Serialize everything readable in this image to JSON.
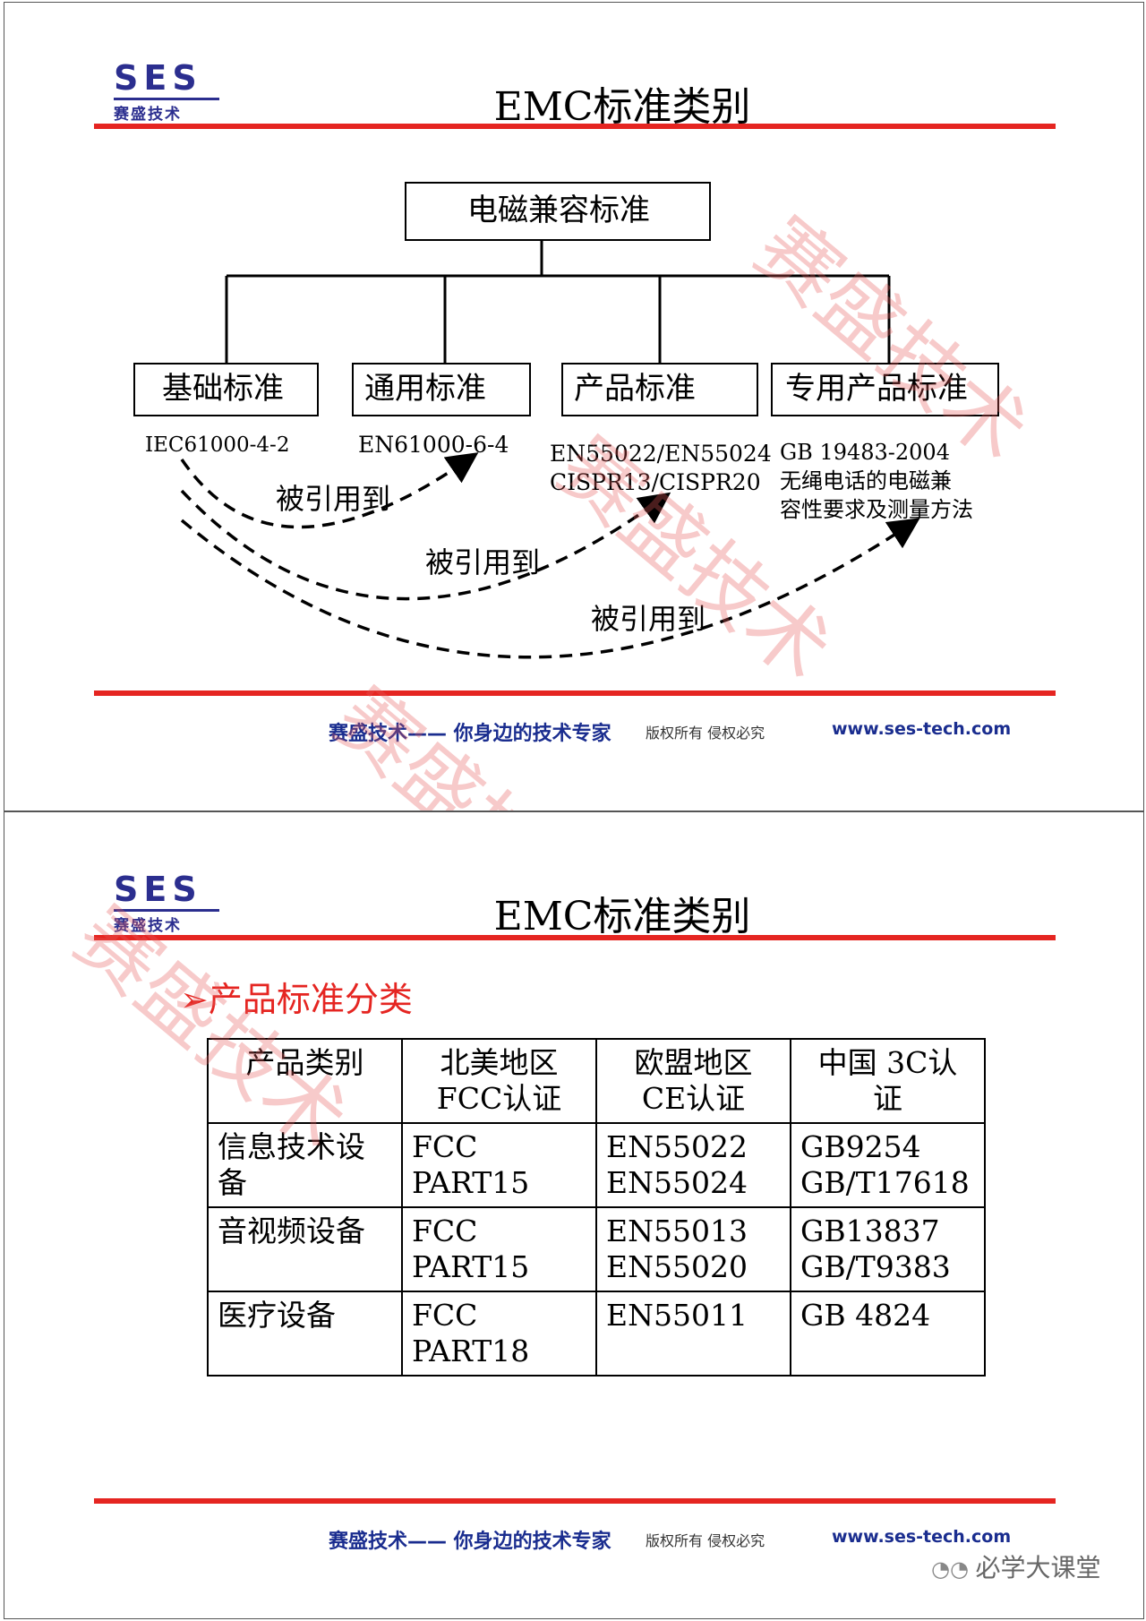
{
  "slides": [
    {
      "logo": {
        "ses": "SES",
        "cn": "赛盛技术"
      },
      "title": "EMC标准类别",
      "diagram": {
        "root": "电磁兼容标准",
        "categories": [
          {
            "label": "基础标准",
            "standard": "IEC61000-4-2"
          },
          {
            "label": "通用标准",
            "standard": "EN61000-6-4"
          },
          {
            "label": "产品标准",
            "standard": "EN55022/EN55024\nCISPR13/CISPR20"
          },
          {
            "label": "专用产品标准",
            "standard": "GB 19483-2004\n无绳电话的电磁兼\n容性要求及测量方法"
          }
        ],
        "reference_label": "被引用到"
      },
      "footer": {
        "brand": "赛盛技术—— 你身边的技术专家",
        "copyright": "版权所有 侵权必究",
        "url": "www.ses-tech.com"
      }
    },
    {
      "logo": {
        "ses": "SES",
        "cn": "赛盛技术"
      },
      "title": "EMC标准类别",
      "subheading": "➢产品标准分类",
      "table": {
        "headers": [
          "产品类别",
          "北美地区\nFCC认证",
          "欧盟地区\nCE认证",
          "中国 3C认\n证"
        ],
        "rows": [
          [
            "信息技术设\n备",
            "FCC PART15",
            "EN55022\nEN55024",
            "GB9254\nGB/T17618"
          ],
          [
            "音视频设备",
            "FCC PART15",
            "EN55013\nEN55020",
            "GB13837\nGB/T9383"
          ],
          [
            "医疗设备",
            "FCC PART18",
            "EN55011",
            "GB 4824"
          ]
        ]
      },
      "footer": {
        "brand": "赛盛技术—— 你身边的技术专家",
        "copyright": "版权所有 侵权必究",
        "url": "www.ses-tech.com"
      }
    }
  ],
  "watermark": "赛盛技术",
  "account_badge": "必学大课堂"
}
